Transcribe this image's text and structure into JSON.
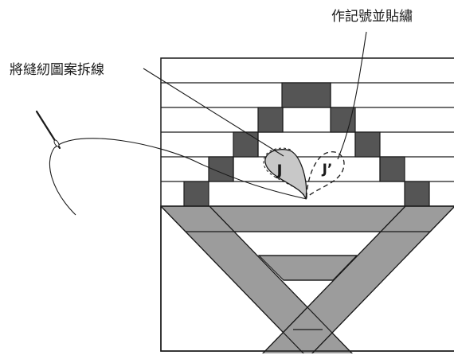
{
  "labels": {
    "top_right": "作記號並貼繡",
    "left": "將縫紉圖案拆線",
    "piece_j": "J",
    "piece_j_prime": "J’"
  },
  "colors": {
    "dark_block": "#555555",
    "light_band": "#9c9c9c",
    "piece_fill": "#c8c8c8",
    "outline": "#1a1a1a",
    "background": "#ffffff"
  }
}
